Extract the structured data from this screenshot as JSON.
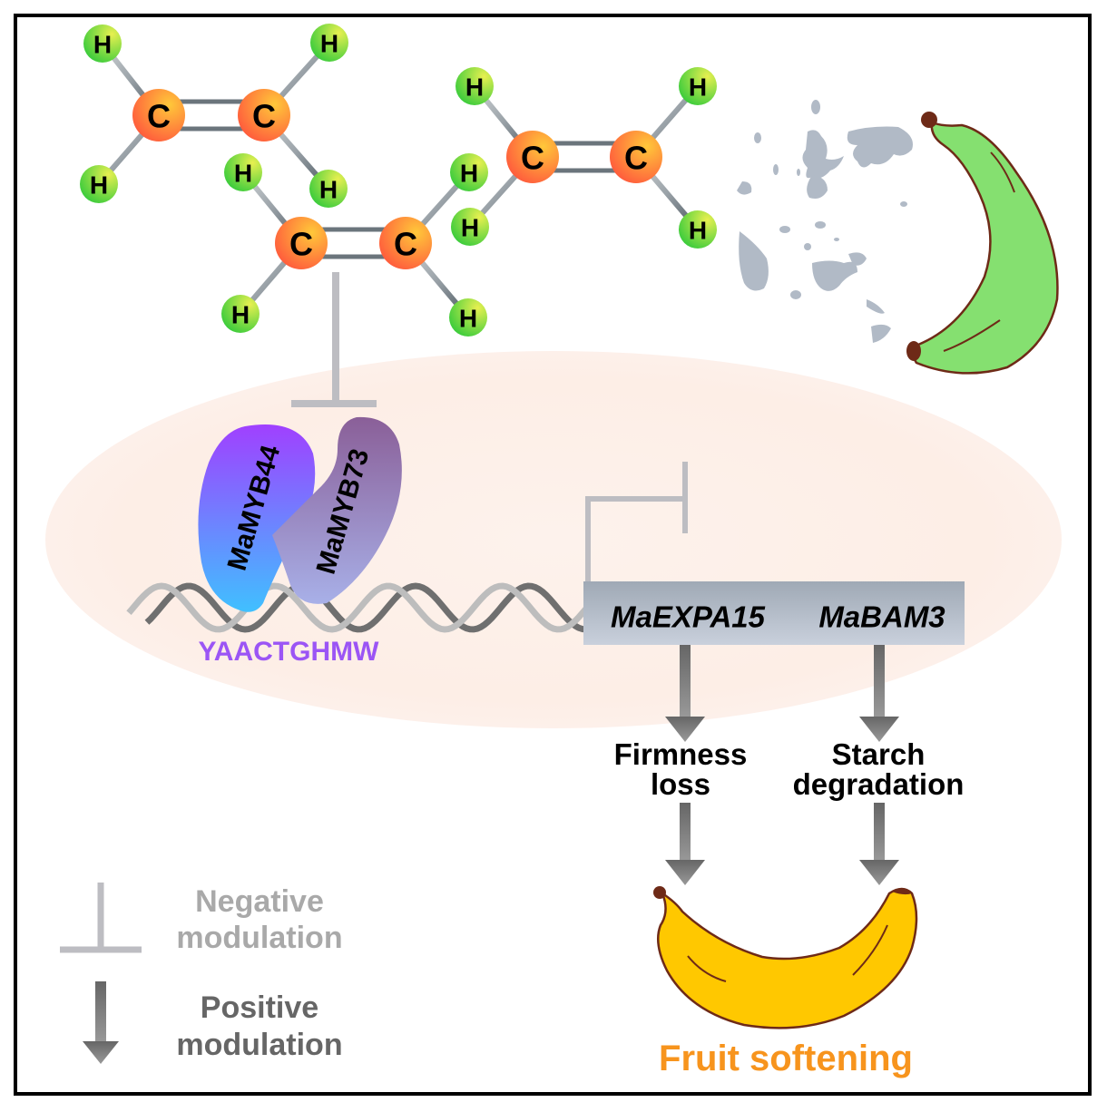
{
  "title": "MaMYB44-MaMYB73 repression of fruit softening genes",
  "molecules": {
    "name": "ethylene",
    "atom_carbon": "C",
    "atom_hydrogen": "H",
    "count": 3
  },
  "proteins": [
    {
      "name": "MaMYB44",
      "color_top": "#a040ff",
      "color_bottom": "#40c0ff"
    },
    {
      "name": "MaMYB73",
      "color_top": "#8a5f98",
      "color_bottom": "#a8b0e8"
    }
  ],
  "motif": {
    "text": "YAACTGHMW",
    "color": "#9b55f5"
  },
  "genes": {
    "label_1": "MaEXPA15",
    "label_2": "MaBAM3"
  },
  "outcomes": {
    "firmness_line1": "Firmness",
    "firmness_line2": "loss",
    "starch_line1": "Starch",
    "starch_line2": "degradation"
  },
  "result": {
    "text": "Fruit softening",
    "color": "#f7941d"
  },
  "legend": {
    "negative_line1": "Negative",
    "negative_line2": "modulation",
    "negative_color": "#a9a9a9",
    "positive_line1": "Positive",
    "positive_line2": "modulation",
    "positive_color": "#666666"
  },
  "colors": {
    "nucleus": "#fdeee6",
    "inhibit": "#bdbdc2",
    "activate": "#7a7a7a",
    "green_banana": "#85e070",
    "yellow_banana": "#ffc800",
    "banana_outline": "#6e2a17",
    "gas": "#a9b3c0"
  }
}
